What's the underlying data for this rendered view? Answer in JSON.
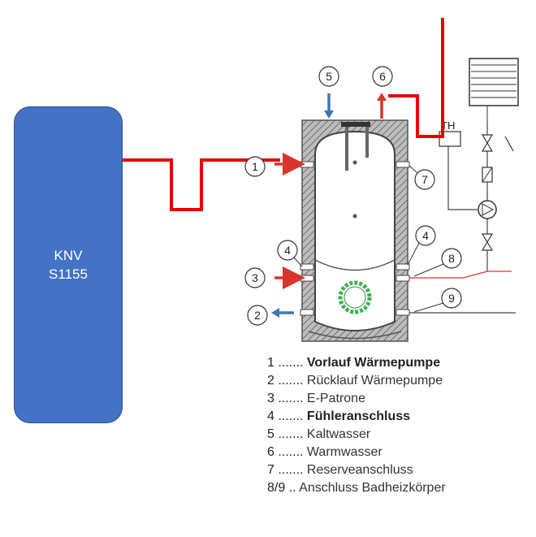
{
  "heat_pump": {
    "line1": "KNV",
    "line2": "S1155"
  },
  "thermostat_label": "TH",
  "callouts": [
    "1",
    "2",
    "3",
    "4",
    "4",
    "5",
    "6",
    "7",
    "8",
    "9"
  ],
  "legend": [
    {
      "num": "1 .......",
      "text": "Vorlauf Wärmepumpe",
      "bold": true
    },
    {
      "num": "2 .......",
      "text": "Rücklauf Wärmepumpe",
      "bold": false
    },
    {
      "num": "3 .......",
      "text": "E-Patrone",
      "bold": false
    },
    {
      "num": "4 .......",
      "text": "Fühleranschluss",
      "bold": true
    },
    {
      "num": "5 .......",
      "text": "Kaltwasser",
      "bold": false
    },
    {
      "num": "6 .......",
      "text": "Warmwasser",
      "bold": false
    },
    {
      "num": "7 .......",
      "text": "Reserveanschluss",
      "bold": false
    },
    {
      "num": "8/9 ..",
      "text": "Anschluss Badheizkörper",
      "bold": false
    }
  ],
  "colors": {
    "pump_fill": "#4472c4",
    "pipe_red": "#e60000",
    "arrow_blue": "#3c78b4",
    "insulation": "#8a8a8a",
    "coil_green": "#3cb44b"
  }
}
